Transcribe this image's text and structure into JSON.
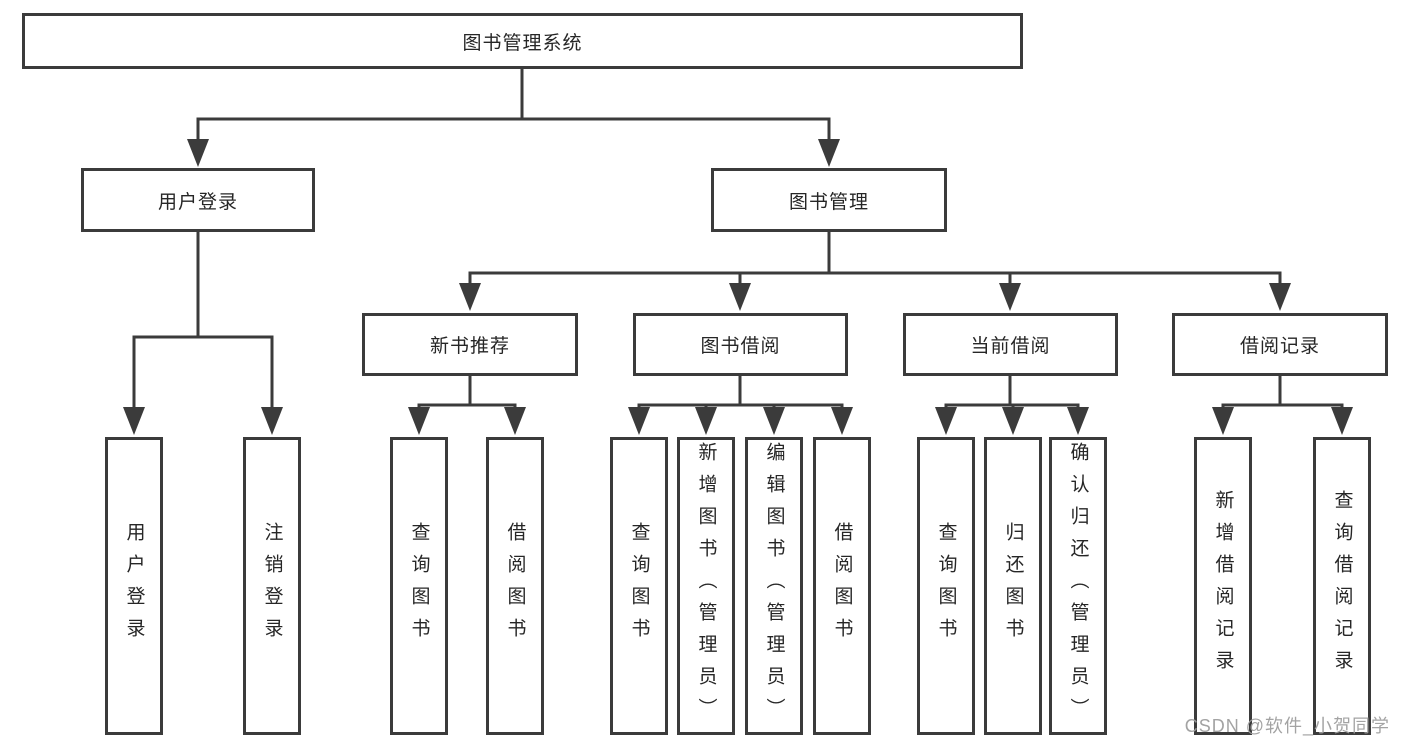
{
  "tree": {
    "root": {
      "label": "图书管理系统"
    },
    "children": [
      {
        "label": "用户登录",
        "children": [
          {
            "label": "用户登录"
          },
          {
            "label": "注销登录"
          }
        ]
      },
      {
        "label": "图书管理",
        "children": [
          {
            "label": "新书推荐",
            "children": [
              {
                "label": "查询图书"
              },
              {
                "label": "借阅图书"
              }
            ]
          },
          {
            "label": "图书借阅",
            "children": [
              {
                "label": "查询图书"
              },
              {
                "label": "新增图书（管理员）"
              },
              {
                "label": "编辑图书（管理员）"
              },
              {
                "label": "借阅图书"
              }
            ]
          },
          {
            "label": "当前借阅",
            "children": [
              {
                "label": "查询图书"
              },
              {
                "label": "归还图书"
              },
              {
                "label": "确认归还（管理员）"
              }
            ]
          },
          {
            "label": "借阅记录",
            "children": [
              {
                "label": "新增借阅记录"
              },
              {
                "label": "查询借阅记录"
              }
            ]
          }
        ]
      }
    ]
  },
  "watermark": {
    "text": "CSDN @软件_小贺同学"
  },
  "colors": {
    "line": "#3b3b3b",
    "text": "#262626",
    "watermark": "#9e9e9e",
    "background": "#ffffff"
  }
}
